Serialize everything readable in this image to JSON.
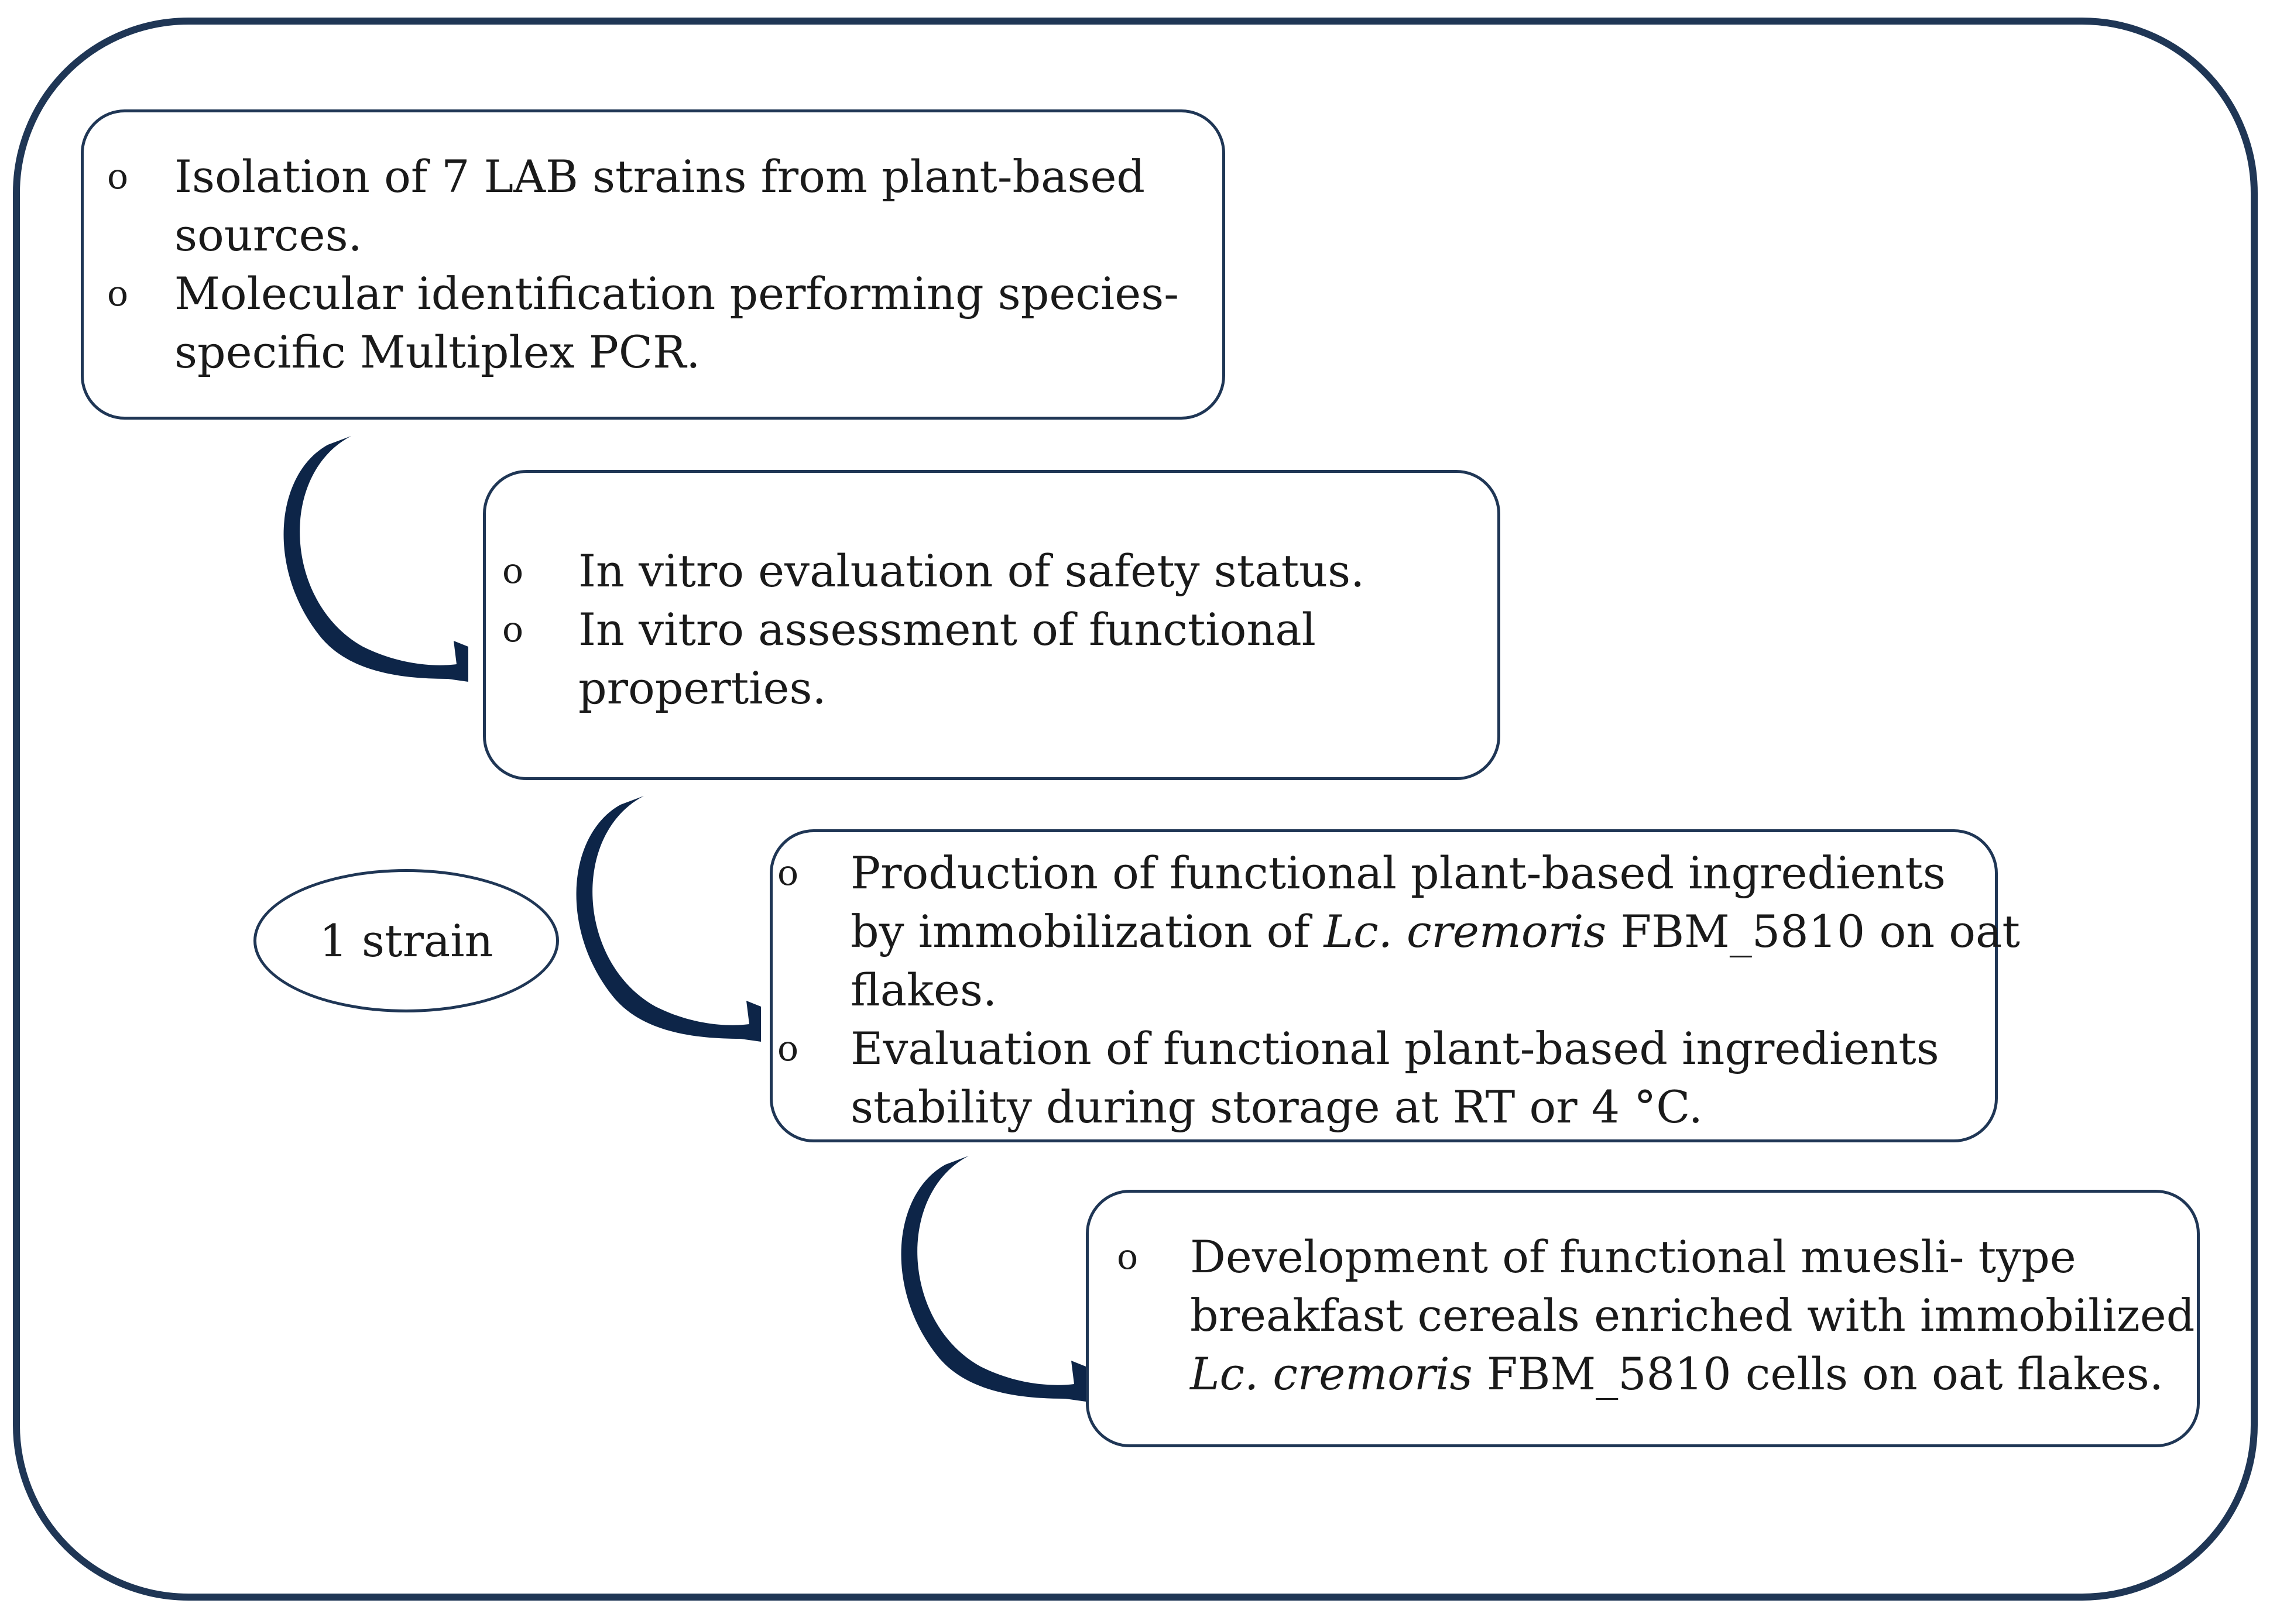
{
  "colors": {
    "frame": "#1f3655",
    "arrow": "#0d2548",
    "text": "#1a1a1a"
  },
  "bullet_glyph": "o",
  "steps": [
    {
      "items": [
        {
          "lines": [
            "Isolation of 7 LAB strains from plant-based",
            "sources."
          ]
        },
        {
          "lines": [
            "Molecular identification performing species-",
            "specific Multiplex PCR."
          ]
        }
      ]
    },
    {
      "items": [
        {
          "lines": [
            "In vitro evaluation of safety status."
          ]
        },
        {
          "lines": [
            "In vitro assessment of functional",
            "properties."
          ]
        }
      ]
    },
    {
      "items": [
        {
          "line1": "Production of functional plant-based ingredients",
          "line2_pre": "by immobilization of ",
          "line2_italic": "Lc. cremoris",
          "line2_post": " FBM_5810 on oat",
          "line3": "flakes."
        },
        {
          "lines": [
            "Evaluation of functional plant-based ingredients",
            "stability during storage at RT or 4 °C."
          ]
        }
      ]
    },
    {
      "items": [
        {
          "line1": "Development of functional muesli- type",
          "line2": "breakfast cereals enriched with immobilized",
          "line3_italic": "Lc. cremoris",
          "line3_post": " FBM_5810 cells on oat flakes."
        }
      ]
    }
  ],
  "side_label": "1 strain",
  "arrow_icons": [
    "curved-arrow",
    "curved-arrow",
    "curved-arrow"
  ]
}
